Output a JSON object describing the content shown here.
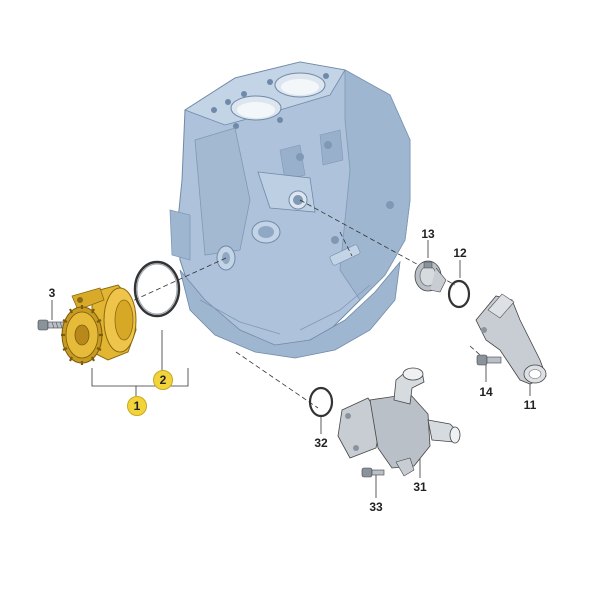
{
  "colors": {
    "block_fill": "#aec3db",
    "block_shade": "#8fa8c4",
    "block_dark": "#6f8aa8",
    "pump_gold": "#e2b532",
    "badge_yellow": "#f2d33b",
    "steel_gray": "#b9c0c8",
    "line": "#333333"
  },
  "parts": [
    {
      "id": "p3",
      "label": "3",
      "highlight": false,
      "name": "bolt"
    },
    {
      "id": "p2",
      "label": "2",
      "highlight": true,
      "name": "o-ring"
    },
    {
      "id": "p1",
      "label": "1",
      "highlight": true,
      "name": "coolant-pump"
    },
    {
      "id": "p13",
      "label": "13",
      "highlight": false,
      "name": "thermostat"
    },
    {
      "id": "p12",
      "label": "12",
      "highlight": false,
      "name": "o-ring"
    },
    {
      "id": "p14",
      "label": "14",
      "highlight": false,
      "name": "bolt"
    },
    {
      "id": "p11",
      "label": "11",
      "highlight": false,
      "name": "connecting-piece"
    },
    {
      "id": "p32",
      "label": "32",
      "highlight": false,
      "name": "o-ring"
    },
    {
      "id": "p33",
      "label": "33",
      "highlight": false,
      "name": "bolt"
    },
    {
      "id": "p31",
      "label": "31",
      "highlight": false,
      "name": "thermostat-housing"
    }
  ]
}
